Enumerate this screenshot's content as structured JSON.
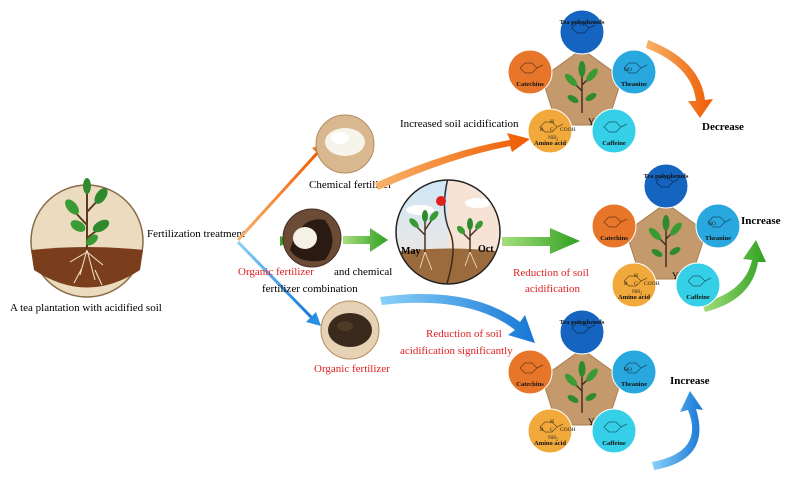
{
  "labels": {
    "plantation": "A tea plantation with acidified soil",
    "treatment": "Fertilization treatment",
    "chemical_fertilizer": "Chemical fertilizer",
    "combo_red": "Organic fertilizer",
    "combo_black": " and chemical",
    "combo_line2": "fertilizer combination",
    "organic_fertilizer": "Organic fertilizer",
    "increased_acid": "Increased soil acidification",
    "reduction_1": "Reduction of soil",
    "reduction_2": "acidification",
    "reduction_sig_1": "Reduction of soil",
    "reduction_sig_2": "acidification significantly",
    "may": "May",
    "oct": "Oct",
    "decrease": "Decrease",
    "increase_mid": "Increase",
    "increase_bottom": "Increase"
  },
  "cluster": {
    "tea_polyphenols": "Tea polyphenols",
    "theanine": "Theanine",
    "caffeine": "Caffeine",
    "amino_acid": "Amino acid",
    "catechins": "Catechins",
    "yield": "Yield",
    "r_label": "R",
    "c_label": "C",
    "cooh_label": "COOH",
    "h_label": "H",
    "nh2_label": "NH",
    "sub2": "2",
    "ho_label": "HO"
  },
  "colors": {
    "orange_arrow": "#f06a10",
    "green_arrow": "#4cb32a",
    "blue_arrow": "#2a8fe0",
    "tea_polyphenols": "#1565c0",
    "theanine": "#29a8e0",
    "caffeine": "#36cfe8",
    "amino_acid": "#f2a93b",
    "catechins": "#e8762a",
    "pentagon": "#c49a6c"
  }
}
